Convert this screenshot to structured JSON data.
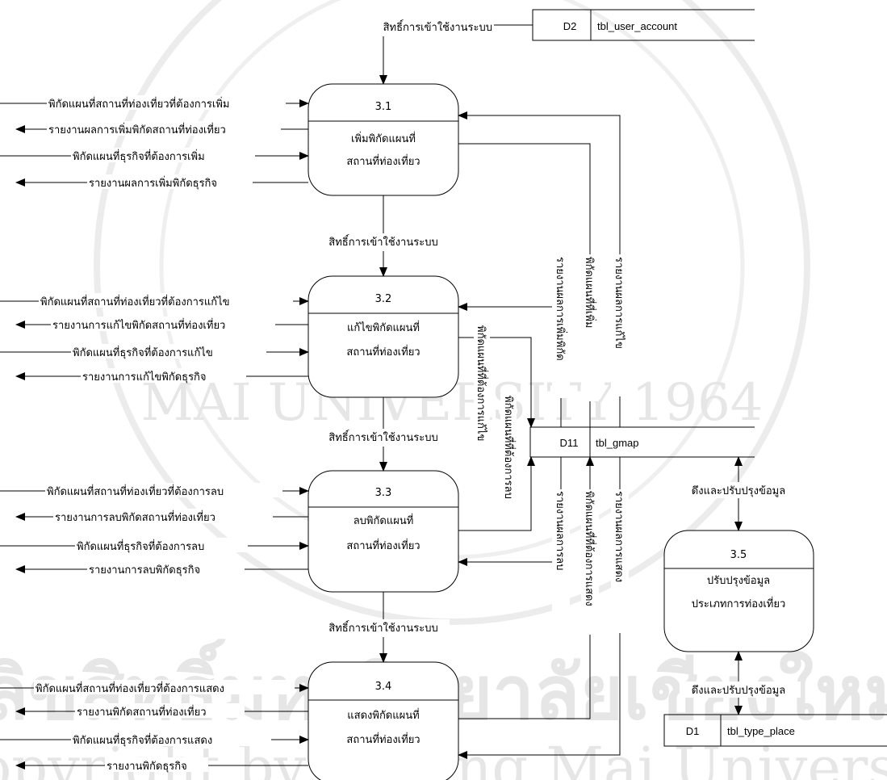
{
  "watermark": {
    "line1": "ลิขสิทธิ์มหาวิทยาลัยเชียงใหม่",
    "line2": "Copyright by Chiang Mai University",
    "seal_text": "MAI UNIVERSITY 1964"
  },
  "stores": {
    "d2": {
      "id": "D2",
      "name": "tbl_user_account"
    },
    "d11": {
      "id": "D11",
      "name": "tbl_gmap"
    },
    "d1": {
      "id": "D1",
      "name": "tbl_type_place"
    }
  },
  "processes": [
    {
      "num": "3.1",
      "line1": "เพิ่มพิกัดแผนที่",
      "line2": "สถานที่ท่องเที่ยว"
    },
    {
      "num": "3.2",
      "line1": "แก้ไขพิกัดแผนที่",
      "line2": "สถานที่ท่องเที่ยว"
    },
    {
      "num": "3.3",
      "line1": "ลบพิกัดแผนที่",
      "line2": "สถานที่ท่องเที่ยว"
    },
    {
      "num": "3.4",
      "line1": "แสดงพิกัดแผนที่",
      "line2": "สถานที่ท่องเที่ยว"
    },
    {
      "num": "3.5",
      "line1": "ปรับปรุงข้อมูล",
      "line2": "ประเภทการท่องเที่ยว"
    }
  ],
  "access_label": "สิทธิ์การเข้าใช้งานระบบ",
  "sync_label": "ดึงและปรับปรุงข้อมูล",
  "flows_31": [
    "พิกัดแผนที่สถานที่ท่องเที่ยวที่ต้องการเพิ่ม",
    "รายงานผลการเพิ่มพิกัดสถานที่ท่องเที่ยว",
    "พิกัดแผนที่ธุรกิจที่ต้องการเพิ่ม",
    "รายงานผลการเพิ่มพิกัดธุรกิจ"
  ],
  "flows_32": [
    "พิกัดแผนที่สถานที่ท่องเที่ยวที่ต้องการแก้ไข",
    "รายงานการแก้ไขพิกัดสถานที่ท่องเที่ยว",
    "พิกัดแผนที่ธุรกิจที่ต้องการแก้ไข",
    "รายงานการแก้ไขพิกัดธุรกิจ"
  ],
  "flows_33": [
    "พิกัดแผนที่สถานที่ท่องเที่ยวที่ต้องการลบ",
    "รายงานการลบพิกัดสถานที่ท่องเที่ยว",
    "พิกัดแผนที่ธุรกิจที่ต้องการลบ",
    "รายงานการลบพิกัดธุรกิจ"
  ],
  "flows_34": [
    "พิกัดแผนที่สถานที่ท่องเที่ยวที่ต้องการแสดง",
    "รายงานพิกัดสถานที่ท่องเที่ยว",
    "พิกัดแผนที่ธุรกิจที่ต้องการแสดง",
    "รายงานพิกัดธุรกิจ"
  ],
  "vertical_upper": [
    "รายงานผลการเพิ่มพิกัด",
    "พิกัดแผนที่ที่เพิ่ม",
    "รายงานผลการแก้ไข"
  ],
  "vertical_mid": [
    "พิกัดแผนที่ที่ต้องการแก้ไข",
    "พิกัดแผนที่ที่ต้องการลบ"
  ],
  "vertical_lower": [
    "รายงานผลการลบ",
    "พิกัดแผนที่ที่ต้องการแสดง",
    "รายงานผลการแสดง"
  ]
}
